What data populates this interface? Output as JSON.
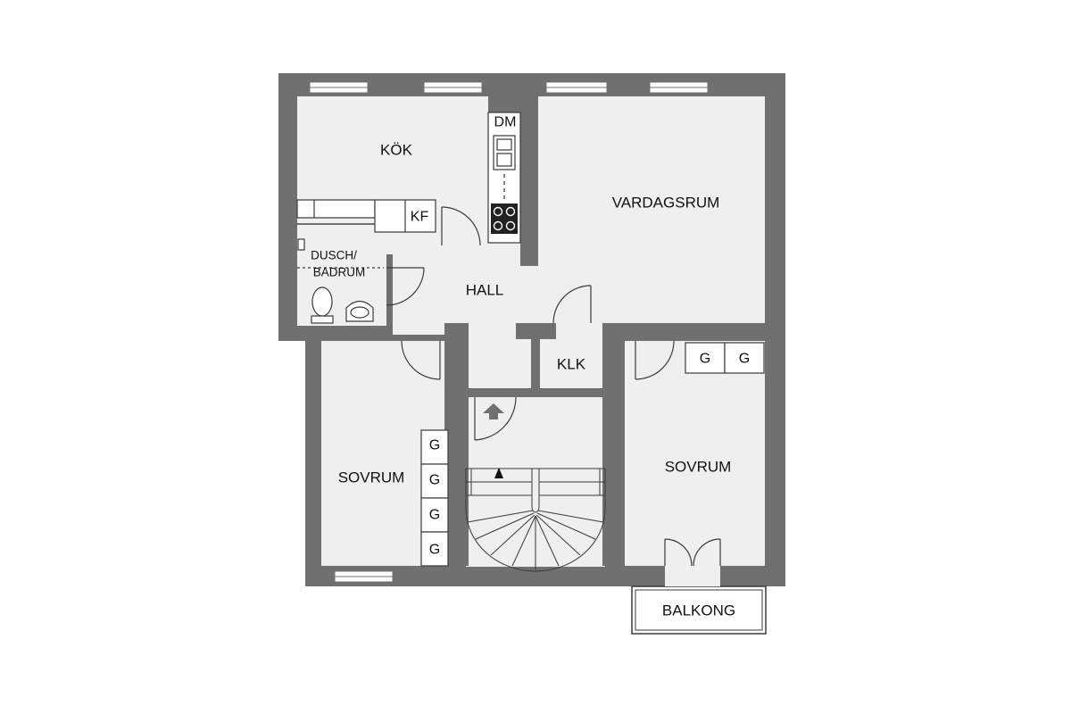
{
  "rooms": {
    "kitchen": "KÖK",
    "living": "VARDAGSRUM",
    "hall": "HALL",
    "bath_line1": "DUSCH/",
    "bath_line2": "BADRUM",
    "closet": "KLK",
    "bedroom_left": "SOVRUM",
    "bedroom_right": "SOVRUM",
    "balcony": "BALKONG"
  },
  "fixtures": {
    "dishwasher": "DM",
    "fridge_freezer": "KF",
    "wardrobe_right_1": "G",
    "wardrobe_right_2": "G",
    "wardrobe_left_1": "G",
    "wardrobe_left_2": "G",
    "wardrobe_left_3": "G",
    "wardrobe_left_4": "G"
  },
  "colors": {
    "wall": "#707070",
    "floor": "#efefef",
    "line": "#3a3a3a",
    "label": "#111111"
  }
}
